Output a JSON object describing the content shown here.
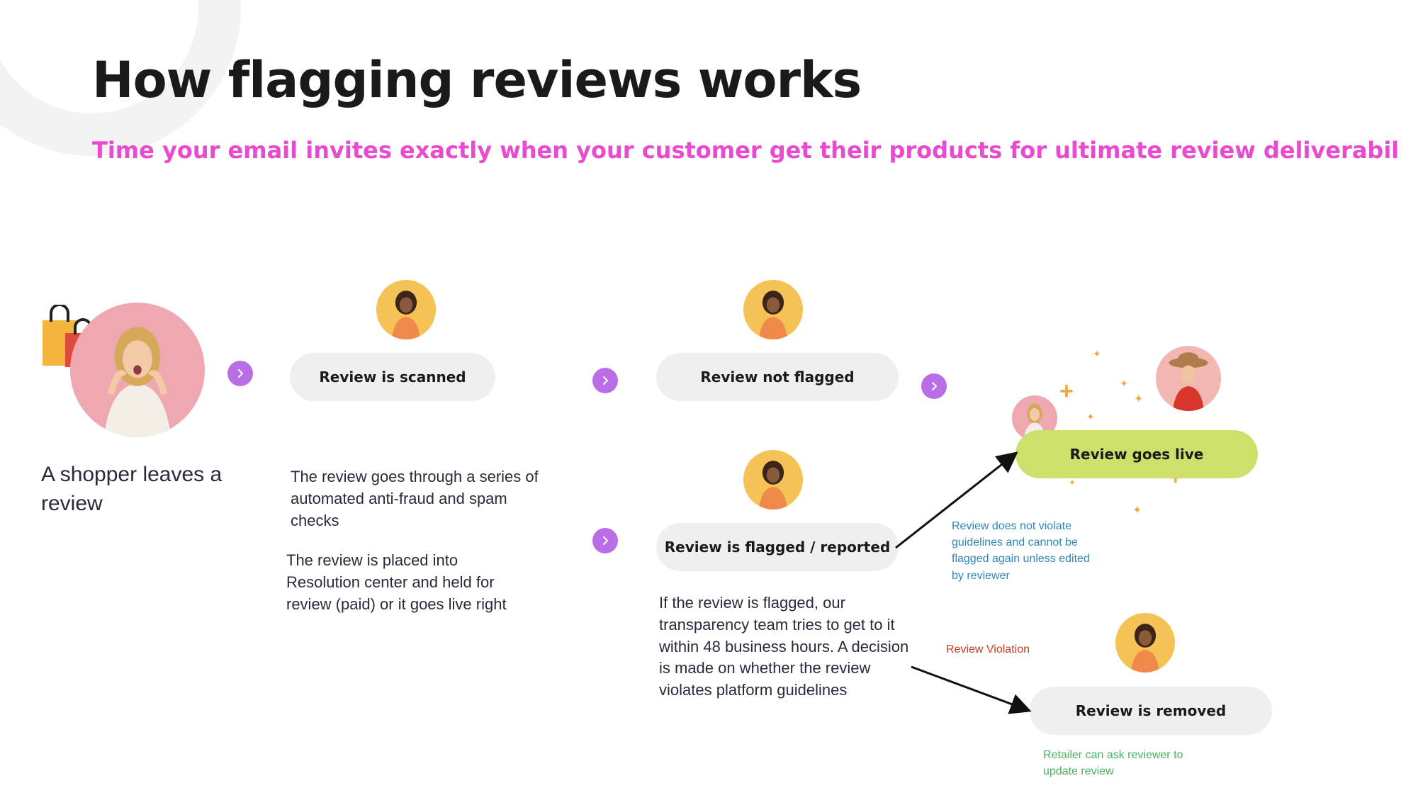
{
  "title": "How flagging reviews works",
  "subtitle": "Time your email invites exactly when your customer get their products for ultimate review deliverability",
  "steps": {
    "shopper": {
      "text": "A shopper leaves a review"
    },
    "scanned": {
      "label": "Review is scanned",
      "desc_1": "The review goes through a series of automated anti-fraud and spam checks",
      "desc_2": "The review is placed into Resolution center and held for review (paid) or it goes live  right"
    },
    "not_flagged": {
      "label": "Review not flagged"
    },
    "flagged": {
      "label": "Review is flagged / reported",
      "desc": "If the review is flagged, our transparency team tries to get to it within 48 business hours. A decision is made on whether the review violates platform guidelines"
    },
    "live": {
      "label": "Review goes live",
      "note": "Review does not violate guidelines and cannot be flagged again unless edited by reviewer"
    },
    "removed": {
      "label": "Review is removed",
      "violation_label": "Review Violation",
      "note": "Retailer can ask reviewer to update review"
    }
  },
  "colors": {
    "subtitle": "#e84bcf",
    "next_button": "#b96ee6",
    "pill": "#efefef",
    "live_pill": "#cde06b",
    "note_blue": "#2f86b8",
    "note_red": "#cc3b1f",
    "note_green": "#4ab25e",
    "sparkle": "#f4a93a"
  },
  "icons": [
    "shopping-bags-icon",
    "chevron-right-icon",
    "sparkle-icon"
  ]
}
